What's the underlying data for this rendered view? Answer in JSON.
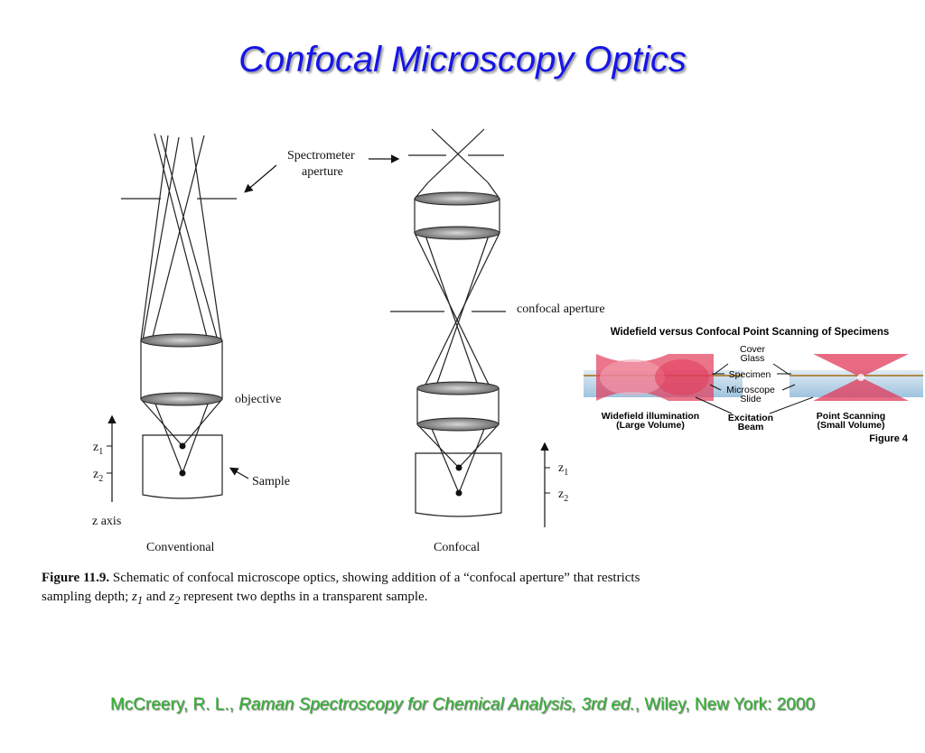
{
  "title": "Confocal Microscopy Optics",
  "left_figure": {
    "labels": {
      "spectrometer_aperture_line1": "Spectrometer",
      "spectrometer_aperture_line2": "aperture",
      "confocal_aperture": "confocal aperture",
      "objective": "objective",
      "sample": "Sample",
      "z_axis": "z axis",
      "z1": "z",
      "z1_sub": "1",
      "z2": "z",
      "z2_sub": "2",
      "z1_right": "z",
      "z1_right_sub": "1",
      "z2_right": "z",
      "z2_right_sub": "2",
      "conventional": "Conventional",
      "confocal": "Confocal"
    },
    "caption": {
      "figure_number": "Figure 11.9.",
      "text_part1": "Schematic of confocal microscope optics, showing addition of a “confocal aperture” that restricts sampling depth;",
      "z1_symbol": "z",
      "z1_sub": "1",
      "and": "and",
      "z2_symbol": "z",
      "z2_sub": "2",
      "text_part2": "represent two depths in a transparent sample."
    }
  },
  "right_figure": {
    "title": "Widefield versus Confocal Point Scanning of Specimens",
    "labels": {
      "cover_glass_line1": "Cover",
      "cover_glass_line2": "Glass",
      "specimen": "Specimen",
      "microscope_slide_line1": "Microscope",
      "microscope_slide_line2": "Slide",
      "widefield_line1": "Widefield illumination",
      "widefield_line2": "(Large Volume)",
      "excitation_line1": "Excitation",
      "excitation_line2": "Beam",
      "point_scanning_line1": "Point Scanning",
      "point_scanning_line2": "(Small Volume)",
      "figure_label": "Figure 4"
    },
    "colors": {
      "beam": "#e23a5a",
      "slide": "#9fc4df",
      "cover": "#b08a4a"
    }
  },
  "citation": {
    "author": "McCreery, R. L.,",
    "book": "Raman Spectroscopy for Chemical Analysis, 3rd ed.",
    "publisher": ", Wiley, New York: 2000"
  }
}
